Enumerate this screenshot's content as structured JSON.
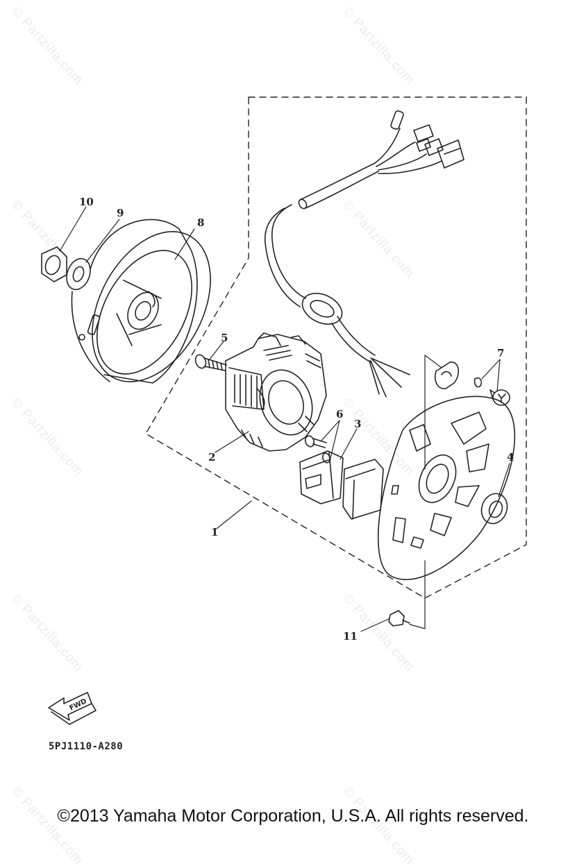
{
  "watermark": "© Partzilla.com",
  "callouts": {
    "c1": "1",
    "c2": "2",
    "c3": "3",
    "c4": "4",
    "c5": "5",
    "c6": "6",
    "c7": "7",
    "c8": "8",
    "c9": "9",
    "c10": "10",
    "c11": "11"
  },
  "fwd_label": "FWD",
  "diagram_code": "5PJ1110-A280",
  "copyright": "©2013 Yamaha Motor Corporation, U.S.A. All rights reserved.",
  "colors": {
    "ink": "#222222",
    "watermark": "#ececec",
    "background": "#ffffff"
  }
}
